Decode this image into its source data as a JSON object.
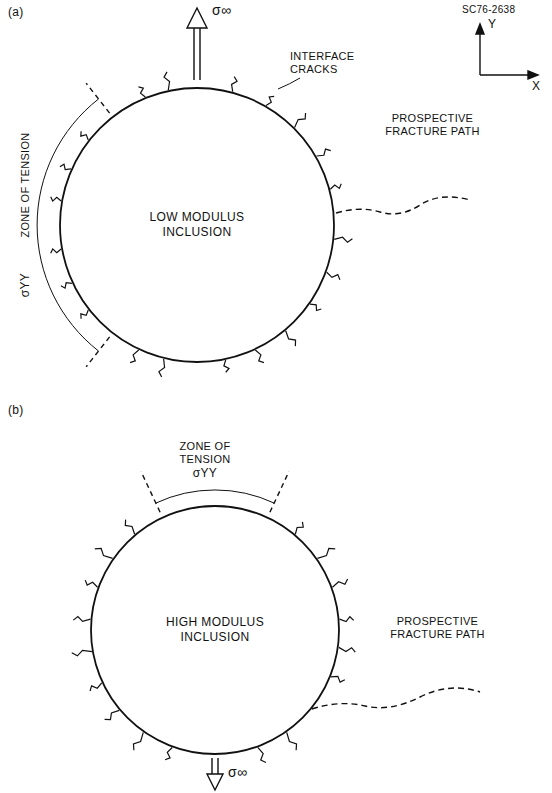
{
  "diagram": {
    "nodes": [
      {
        "text": [
          "LOW MODULUS INCLUSION"
        ]
      },
      {
        "text": [
          "HIGH MODULUS INCLUSION"
        ]
      }
    ],
    "labels": [
      "SC76-2638",
      "(a)",
      "σ∞",
      "Y",
      "X",
      "ZONE OF TENSION",
      "σYY",
      "INTERFACE CRACKS",
      "PROSPECTIVE FRACTURE PATH",
      "(b)",
      "ZONE OF TENSION",
      "σYY",
      "PROSPECTIVE FRACTURE PATH",
      "σ∞"
    ]
  }
}
